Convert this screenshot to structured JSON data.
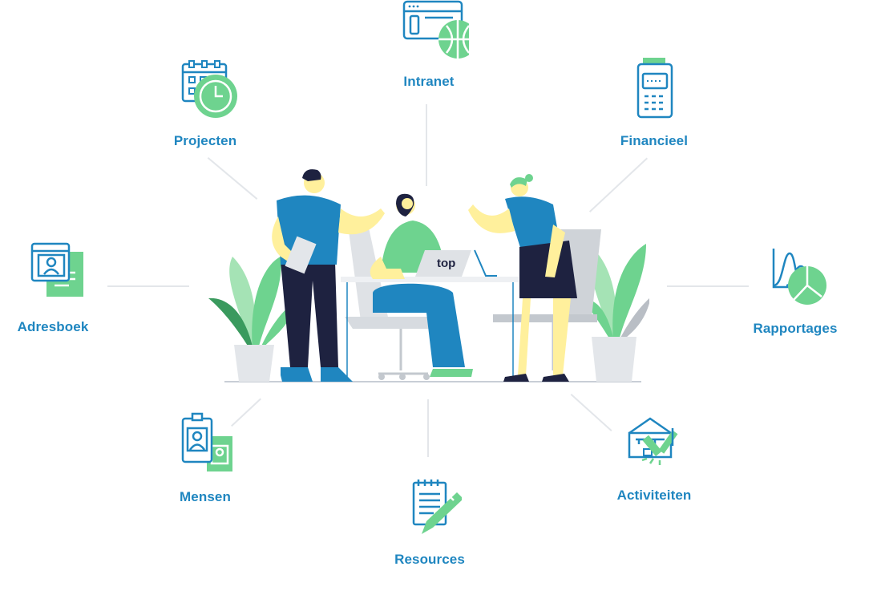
{
  "nodes": {
    "intranet": "Intranet",
    "projecten": "Projecten",
    "financieel": "Financieel",
    "adresboek": "Adresboek",
    "rapportages": "Rapportages",
    "mensen": "Mensen",
    "activiteiten": "Activiteiten",
    "resources": "Resources"
  },
  "laptop_logo": "top",
  "colors": {
    "blue": "#1f86c0",
    "green": "#6ed38f",
    "line": "#e3e6ea",
    "navy": "#1e2240"
  }
}
